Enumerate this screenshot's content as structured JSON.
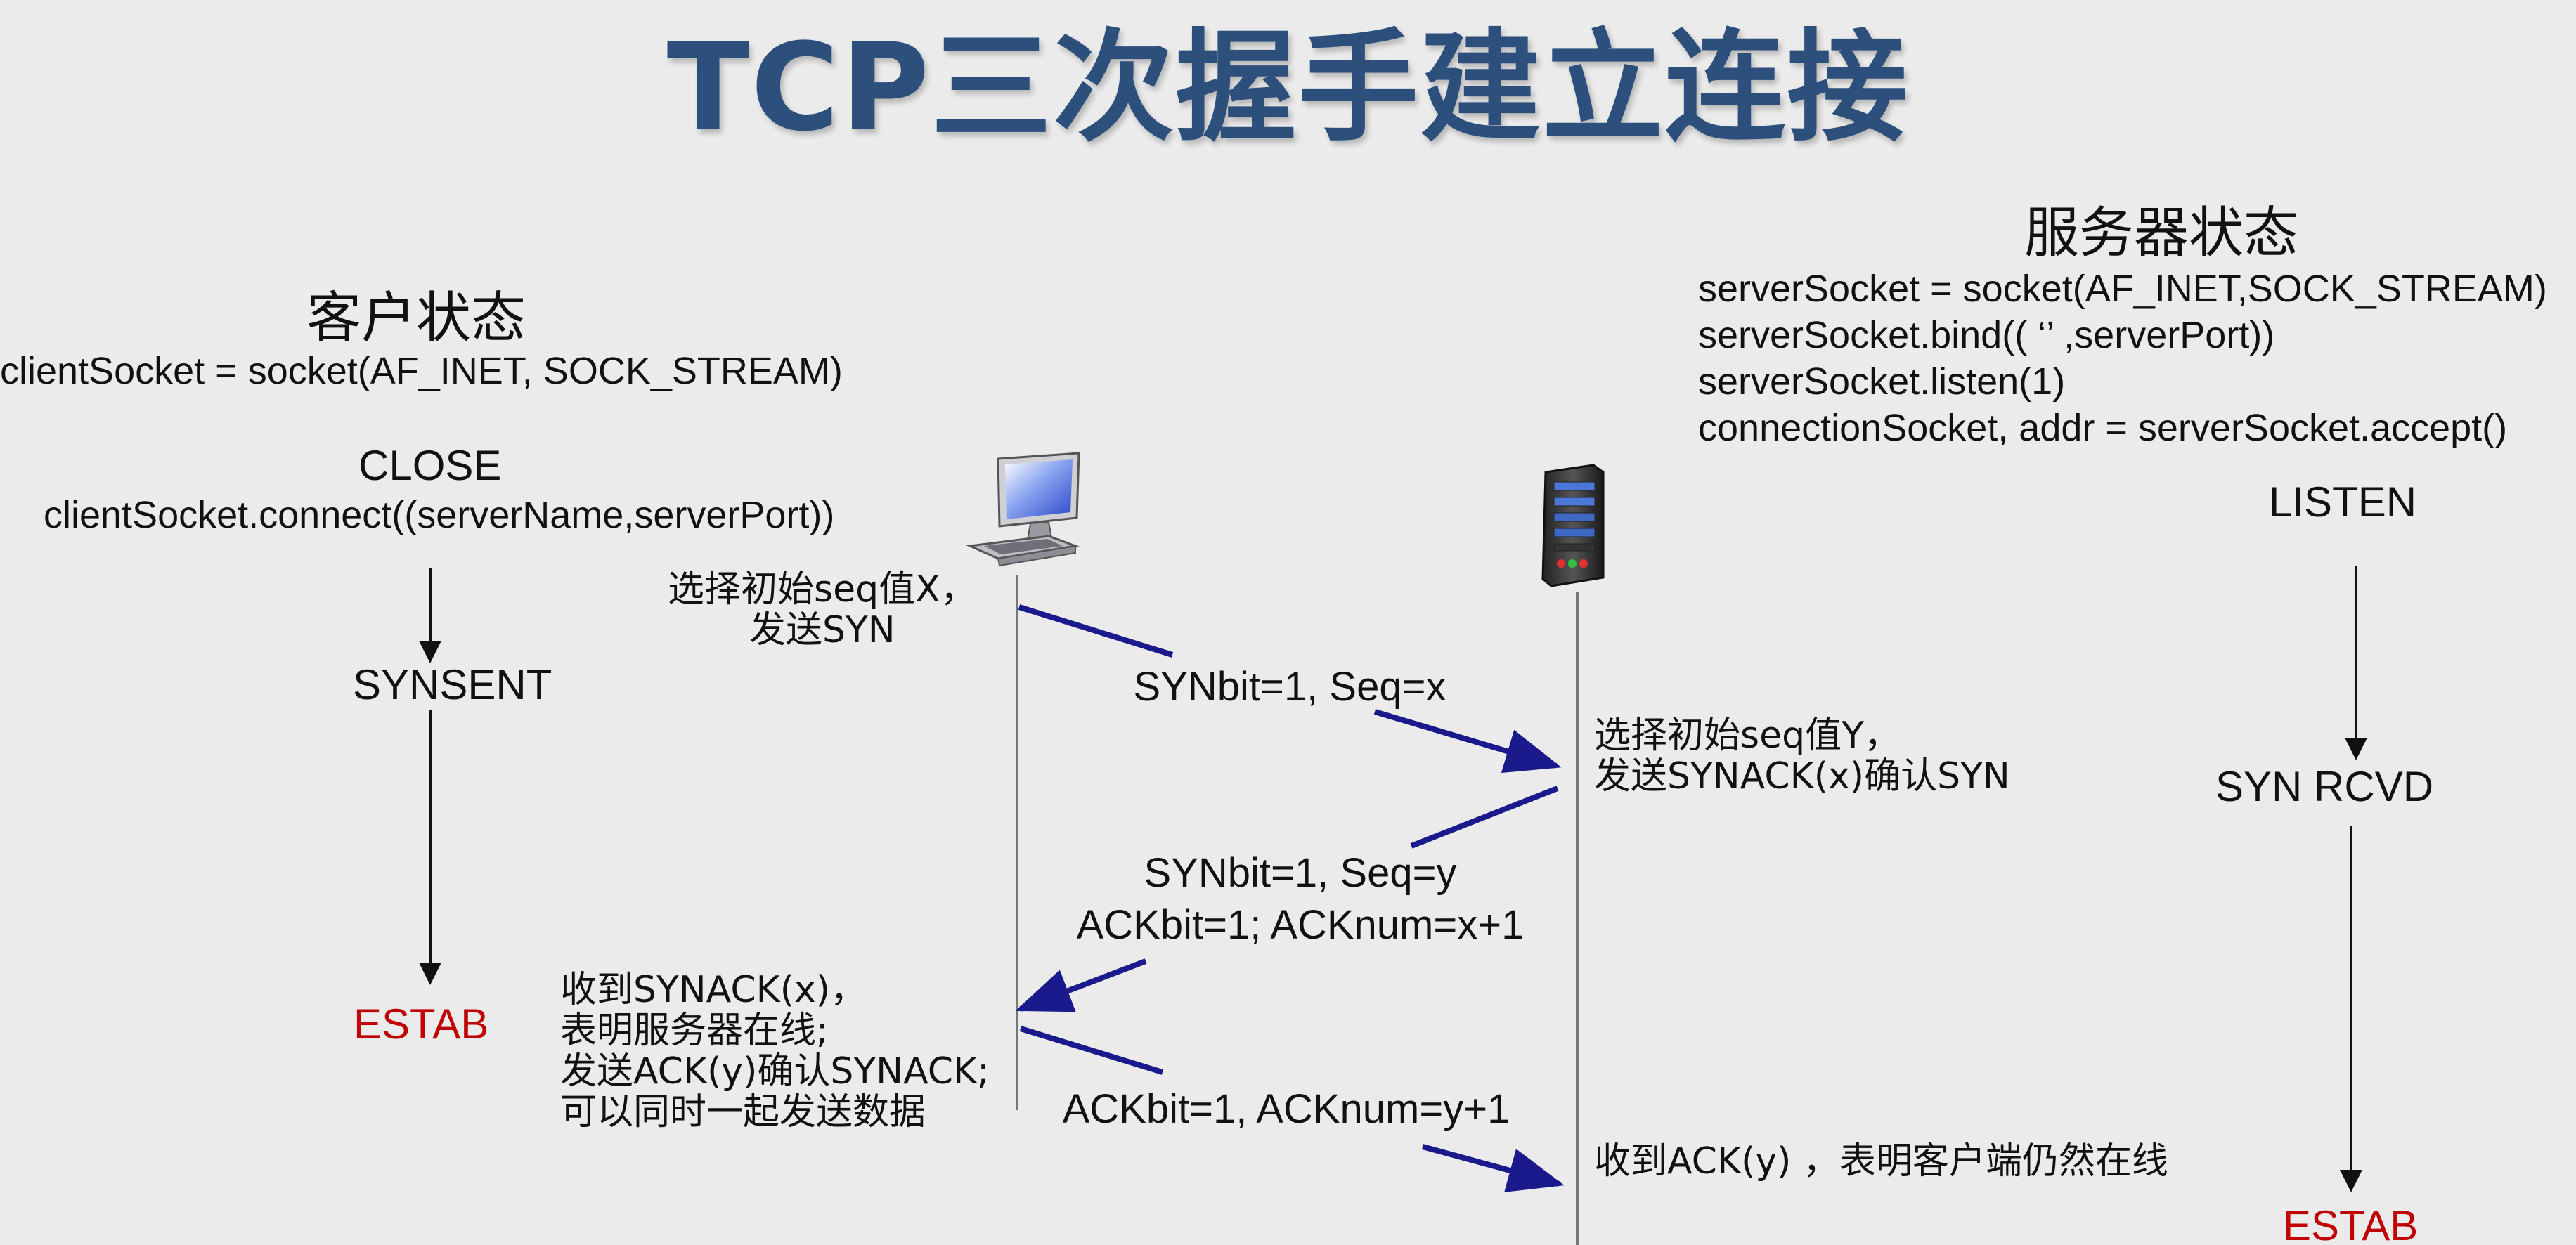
{
  "title": "TCP三次握手建立连接",
  "client": {
    "header": "客户状态",
    "socket_code": "clientSocket = socket(AF_INET, SOCK_STREAM)",
    "state_close": "CLOSE",
    "connect_code": "clientSocket.connect((serverName,serverPort))",
    "state_synsent": "SYNSENT",
    "state_estab": "ESTAB",
    "note_send_syn": [
      "选择初始seq值X，",
      "发送SYN"
    ],
    "note_recv_synack": [
      "收到SYNACK(x)，",
      "表明服务器在线;",
      "发送ACK(y)确认SYNACK;",
      "可以同时一起发送数据"
    ]
  },
  "server": {
    "header": "服务器状态",
    "code_lines": [
      "serverSocket = socket(AF_INET,SOCK_STREAM)",
      "serverSocket.bind((  ‘’  ,serverPort))",
      "serverSocket.listen(1)",
      "connectionSocket, addr = serverSocket.accept()"
    ],
    "state_listen": "LISTEN",
    "state_syn_rcvd": "SYN RCVD",
    "state_estab": "ESTAB",
    "note_send_synack": [
      "选择初始seq值Y，",
      "发送SYNACK(x)确认SYN"
    ],
    "note_recv_ack": "收到ACK(y) ，表明客户端仍然在线"
  },
  "messages": {
    "syn": "SYNbit=1, Seq=x",
    "synack": [
      "SYNbit=1, Seq=y",
      "ACKbit=1; ACKnum=x+1"
    ],
    "ack": "ACKbit=1, ACKnum=y+1"
  },
  "icons": {
    "client": "desktop-computer-icon",
    "server": "server-tower-icon"
  },
  "colors": {
    "title": "#2c4f7c",
    "arrow": "#1a1a8c",
    "estab": "#c00000",
    "background": "#ebebeb"
  }
}
